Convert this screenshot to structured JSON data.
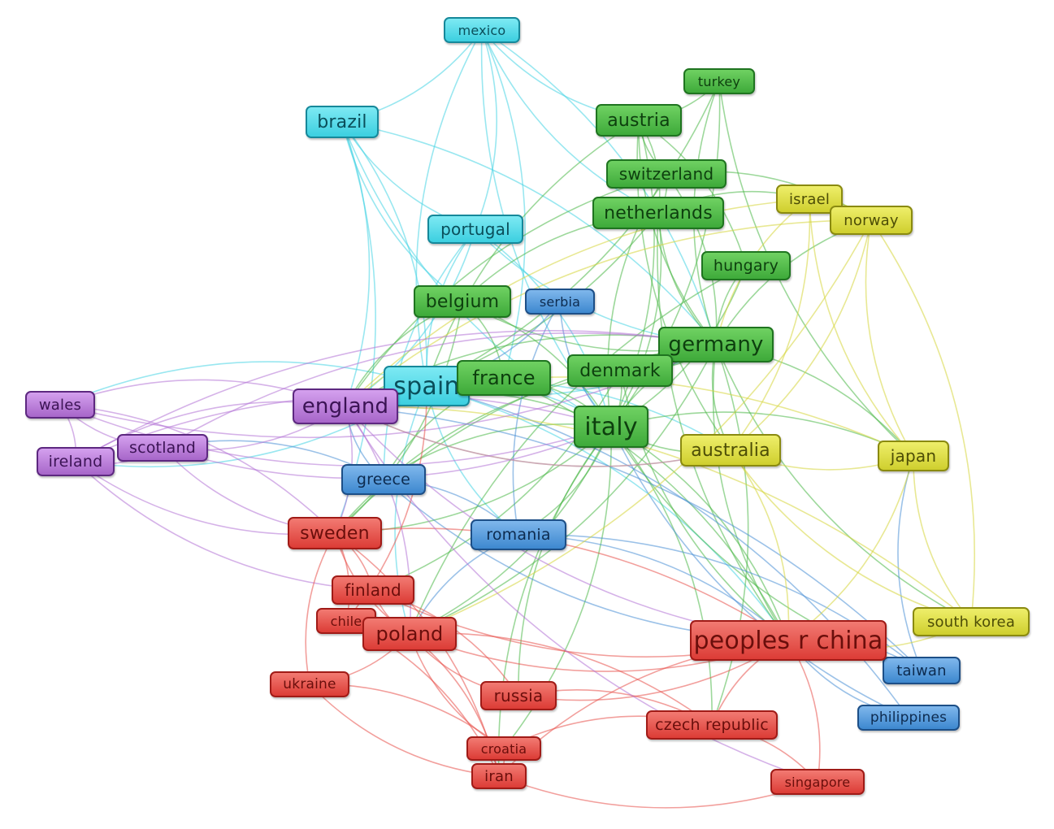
{
  "title": "Country co-authorship network",
  "colors": {
    "red": "#e8504b",
    "green": "#4cb848",
    "blue": "#4a90d6",
    "yellow": "#d6d63a",
    "purple": "#b272d6",
    "cyan": "#45d3e3"
  },
  "nodes": [
    {
      "label": "mexico",
      "cluster": "cyan"
    },
    {
      "label": "brazil",
      "cluster": "cyan"
    },
    {
      "label": "portugal",
      "cluster": "cyan"
    },
    {
      "label": "spain",
      "cluster": "cyan"
    },
    {
      "label": "turkey",
      "cluster": "green"
    },
    {
      "label": "austria",
      "cluster": "green"
    },
    {
      "label": "switzerland",
      "cluster": "green"
    },
    {
      "label": "netherlands",
      "cluster": "green"
    },
    {
      "label": "hungary",
      "cluster": "green"
    },
    {
      "label": "belgium",
      "cluster": "green"
    },
    {
      "label": "germany",
      "cluster": "green"
    },
    {
      "label": "france",
      "cluster": "green"
    },
    {
      "label": "denmark",
      "cluster": "green"
    },
    {
      "label": "italy",
      "cluster": "green"
    },
    {
      "label": "serbia",
      "cluster": "blue"
    },
    {
      "label": "greece",
      "cluster": "blue"
    },
    {
      "label": "romania",
      "cluster": "blue"
    },
    {
      "label": "taiwan",
      "cluster": "blue"
    },
    {
      "label": "philippines",
      "cluster": "blue"
    },
    {
      "label": "israel",
      "cluster": "yellow"
    },
    {
      "label": "norway",
      "cluster": "yellow"
    },
    {
      "label": "australia",
      "cluster": "yellow"
    },
    {
      "label": "japan",
      "cluster": "yellow"
    },
    {
      "label": "south korea",
      "cluster": "yellow"
    },
    {
      "label": "wales",
      "cluster": "purple"
    },
    {
      "label": "england",
      "cluster": "purple"
    },
    {
      "label": "scotland",
      "cluster": "purple"
    },
    {
      "label": "ireland",
      "cluster": "purple"
    },
    {
      "label": "sweden",
      "cluster": "red"
    },
    {
      "label": "finland",
      "cluster": "red"
    },
    {
      "label": "chile",
      "cluster": "red"
    },
    {
      "label": "poland",
      "cluster": "red"
    },
    {
      "label": "ukraine",
      "cluster": "red"
    },
    {
      "label": "russia",
      "cluster": "red"
    },
    {
      "label": "peoples r china",
      "cluster": "red"
    },
    {
      "label": "czech republic",
      "cluster": "red"
    },
    {
      "label": "croatia",
      "cluster": "red"
    },
    {
      "label": "iran",
      "cluster": "red"
    },
    {
      "label": "singapore",
      "cluster": "red"
    }
  ],
  "links": [
    [
      "mexico",
      "brazil"
    ],
    [
      "mexico",
      "spain"
    ],
    [
      "mexico",
      "portugal"
    ],
    [
      "mexico",
      "austria"
    ],
    [
      "mexico",
      "germany"
    ],
    [
      "mexico",
      "italy"
    ],
    [
      "mexico",
      "france"
    ],
    [
      "mexico",
      "netherlands"
    ],
    [
      "brazil",
      "spain"
    ],
    [
      "brazil",
      "portugal"
    ],
    [
      "brazil",
      "england"
    ],
    [
      "brazil",
      "italy"
    ],
    [
      "brazil",
      "germany"
    ],
    [
      "brazil",
      "belgium"
    ],
    [
      "brazil",
      "sweden"
    ],
    [
      "portugal",
      "spain"
    ],
    [
      "portugal",
      "italy"
    ],
    [
      "portugal",
      "germany"
    ],
    [
      "portugal",
      "england"
    ],
    [
      "portugal",
      "greece"
    ],
    [
      "spain",
      "italy"
    ],
    [
      "spain",
      "germany"
    ],
    [
      "spain",
      "france"
    ],
    [
      "spain",
      "england"
    ],
    [
      "spain",
      "peoples r china"
    ],
    [
      "spain",
      "poland"
    ],
    [
      "spain",
      "australia"
    ],
    [
      "spain",
      "wales"
    ],
    [
      "spain",
      "ireland"
    ],
    [
      "spain",
      "romania"
    ],
    [
      "turkey",
      "austria"
    ],
    [
      "turkey",
      "germany"
    ],
    [
      "turkey",
      "italy"
    ],
    [
      "turkey",
      "japan"
    ],
    [
      "turkey",
      "spain"
    ],
    [
      "austria",
      "germany"
    ],
    [
      "austria",
      "italy"
    ],
    [
      "austria",
      "switzerland"
    ],
    [
      "austria",
      "netherlands"
    ],
    [
      "austria",
      "spain"
    ],
    [
      "austria",
      "hungary"
    ],
    [
      "austria",
      "australia"
    ],
    [
      "switzerland",
      "germany"
    ],
    [
      "switzerland",
      "italy"
    ],
    [
      "switzerland",
      "netherlands"
    ],
    [
      "switzerland",
      "england"
    ],
    [
      "switzerland",
      "norway"
    ],
    [
      "netherlands",
      "germany"
    ],
    [
      "netherlands",
      "italy"
    ],
    [
      "netherlands",
      "belgium"
    ],
    [
      "netherlands",
      "england"
    ],
    [
      "netherlands",
      "peoples r china"
    ],
    [
      "netherlands",
      "israel"
    ],
    [
      "hungary",
      "germany"
    ],
    [
      "hungary",
      "italy"
    ],
    [
      "hungary",
      "poland"
    ],
    [
      "belgium",
      "italy"
    ],
    [
      "belgium",
      "germany"
    ],
    [
      "belgium",
      "france"
    ],
    [
      "belgium",
      "england"
    ],
    [
      "belgium",
      "sweden"
    ],
    [
      "germany",
      "italy"
    ],
    [
      "germany",
      "denmark"
    ],
    [
      "germany",
      "peoples r china"
    ],
    [
      "germany",
      "japan"
    ],
    [
      "germany",
      "australia"
    ],
    [
      "germany",
      "poland"
    ],
    [
      "germany",
      "england"
    ],
    [
      "germany",
      "norway"
    ],
    [
      "germany",
      "sweden"
    ],
    [
      "germany",
      "czech republic"
    ],
    [
      "germany",
      "south korea"
    ],
    [
      "france",
      "italy"
    ],
    [
      "france",
      "england"
    ],
    [
      "france",
      "peoples r china"
    ],
    [
      "france",
      "greece"
    ],
    [
      "denmark",
      "italy"
    ],
    [
      "denmark",
      "sweden"
    ],
    [
      "denmark",
      "finland"
    ],
    [
      "denmark",
      "peoples r china"
    ],
    [
      "italy",
      "peoples r china"
    ],
    [
      "italy",
      "australia"
    ],
    [
      "italy",
      "poland"
    ],
    [
      "italy",
      "greece"
    ],
    [
      "italy",
      "romania"
    ],
    [
      "italy",
      "russia"
    ],
    [
      "italy",
      "croatia"
    ],
    [
      "italy",
      "iran"
    ],
    [
      "italy",
      "czech republic"
    ],
    [
      "italy",
      "england"
    ],
    [
      "italy",
      "japan"
    ],
    [
      "italy",
      "taiwan"
    ],
    [
      "italy",
      "sweden"
    ],
    [
      "serbia",
      "italy"
    ],
    [
      "serbia",
      "spain"
    ],
    [
      "serbia",
      "romania"
    ],
    [
      "greece",
      "england"
    ],
    [
      "greece",
      "peoples r china"
    ],
    [
      "greece",
      "romania"
    ],
    [
      "greece",
      "scotland"
    ],
    [
      "romania",
      "peoples r china"
    ],
    [
      "romania",
      "poland"
    ],
    [
      "romania",
      "taiwan"
    ],
    [
      "taiwan",
      "peoples r china"
    ],
    [
      "taiwan",
      "japan"
    ],
    [
      "taiwan",
      "england"
    ],
    [
      "philippines",
      "peoples r china"
    ],
    [
      "philippines",
      "spain"
    ],
    [
      "philippines",
      "italy"
    ],
    [
      "israel",
      "germany"
    ],
    [
      "israel",
      "norway"
    ],
    [
      "israel",
      "japan"
    ],
    [
      "israel",
      "australia"
    ],
    [
      "israel",
      "england"
    ],
    [
      "norway",
      "australia"
    ],
    [
      "norway",
      "japan"
    ],
    [
      "norway",
      "south korea"
    ],
    [
      "norway",
      "england"
    ],
    [
      "norway",
      "poland"
    ],
    [
      "australia",
      "japan"
    ],
    [
      "australia",
      "peoples r china"
    ],
    [
      "australia",
      "south korea"
    ],
    [
      "australia",
      "england"
    ],
    [
      "japan",
      "south korea"
    ],
    [
      "japan",
      "peoples r china"
    ],
    [
      "japan",
      "england"
    ],
    [
      "south korea",
      "peoples r china"
    ],
    [
      "south korea",
      "england"
    ],
    [
      "wales",
      "england"
    ],
    [
      "wales",
      "scotland"
    ],
    [
      "wales",
      "ireland"
    ],
    [
      "wales",
      "italy"
    ],
    [
      "wales",
      "sweden"
    ],
    [
      "wales",
      "germany"
    ],
    [
      "england",
      "scotland"
    ],
    [
      "england",
      "ireland"
    ],
    [
      "england",
      "sweden"
    ],
    [
      "england",
      "peoples r china"
    ],
    [
      "england",
      "poland"
    ],
    [
      "england",
      "australia"
    ],
    [
      "scotland",
      "ireland"
    ],
    [
      "scotland",
      "italy"
    ],
    [
      "scotland",
      "germany"
    ],
    [
      "scotland",
      "sweden"
    ],
    [
      "ireland",
      "italy"
    ],
    [
      "ireland",
      "sweden"
    ],
    [
      "ireland",
      "germany"
    ],
    [
      "ireland",
      "finland"
    ],
    [
      "sweden",
      "finland"
    ],
    [
      "sweden",
      "poland"
    ],
    [
      "sweden",
      "peoples r china"
    ],
    [
      "sweden",
      "ukraine"
    ],
    [
      "sweden",
      "chile"
    ],
    [
      "finland",
      "poland"
    ],
    [
      "finland",
      "russia"
    ],
    [
      "finland",
      "peoples r china"
    ],
    [
      "chile",
      "poland"
    ],
    [
      "chile",
      "spain"
    ],
    [
      "chile",
      "iran"
    ],
    [
      "poland",
      "russia"
    ],
    [
      "poland",
      "ukraine"
    ],
    [
      "poland",
      "croatia"
    ],
    [
      "poland",
      "czech republic"
    ],
    [
      "poland",
      "peoples r china"
    ],
    [
      "poland",
      "iran"
    ],
    [
      "ukraine",
      "iran"
    ],
    [
      "ukraine",
      "croatia"
    ],
    [
      "russia",
      "peoples r china"
    ],
    [
      "russia",
      "czech republic"
    ],
    [
      "peoples r china",
      "czech republic"
    ],
    [
      "peoples r china",
      "singapore"
    ],
    [
      "peoples r china",
      "iran"
    ],
    [
      "czech republic",
      "singapore"
    ],
    [
      "czech republic",
      "croatia"
    ],
    [
      "croatia",
      "iran"
    ],
    [
      "iran",
      "singapore"
    ],
    [
      "sweden",
      "iran"
    ],
    [
      "england",
      "singapore"
    ]
  ]
}
